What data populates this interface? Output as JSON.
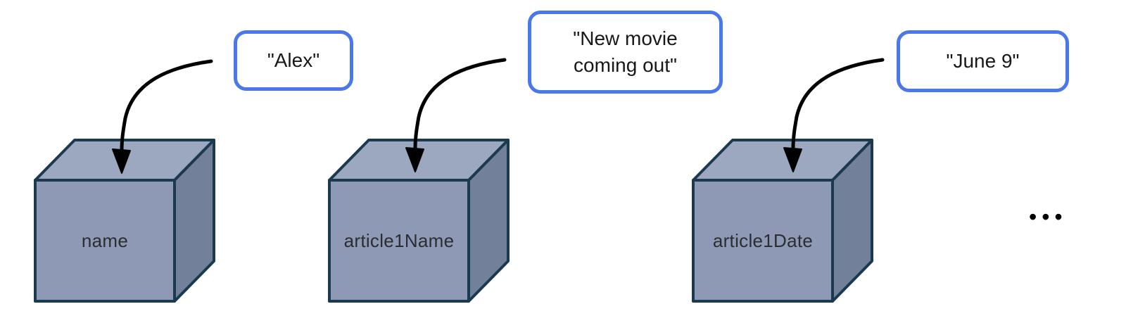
{
  "diagram": {
    "variables": [
      {
        "name": "name",
        "value": "\"Alex\""
      },
      {
        "name": "article1Name",
        "value": "\"New movie coming out\""
      },
      {
        "name": "article1Date",
        "value": "\"June 9\""
      }
    ],
    "more_indicator": "•••"
  },
  "colors": {
    "bubble_border": "#4a78e8",
    "cube_front": "#8e9ab5",
    "cube_top": "#9ca8c0",
    "cube_side": "#73809a",
    "cube_outline": "#1c3a4f",
    "arrow": "#000000"
  }
}
